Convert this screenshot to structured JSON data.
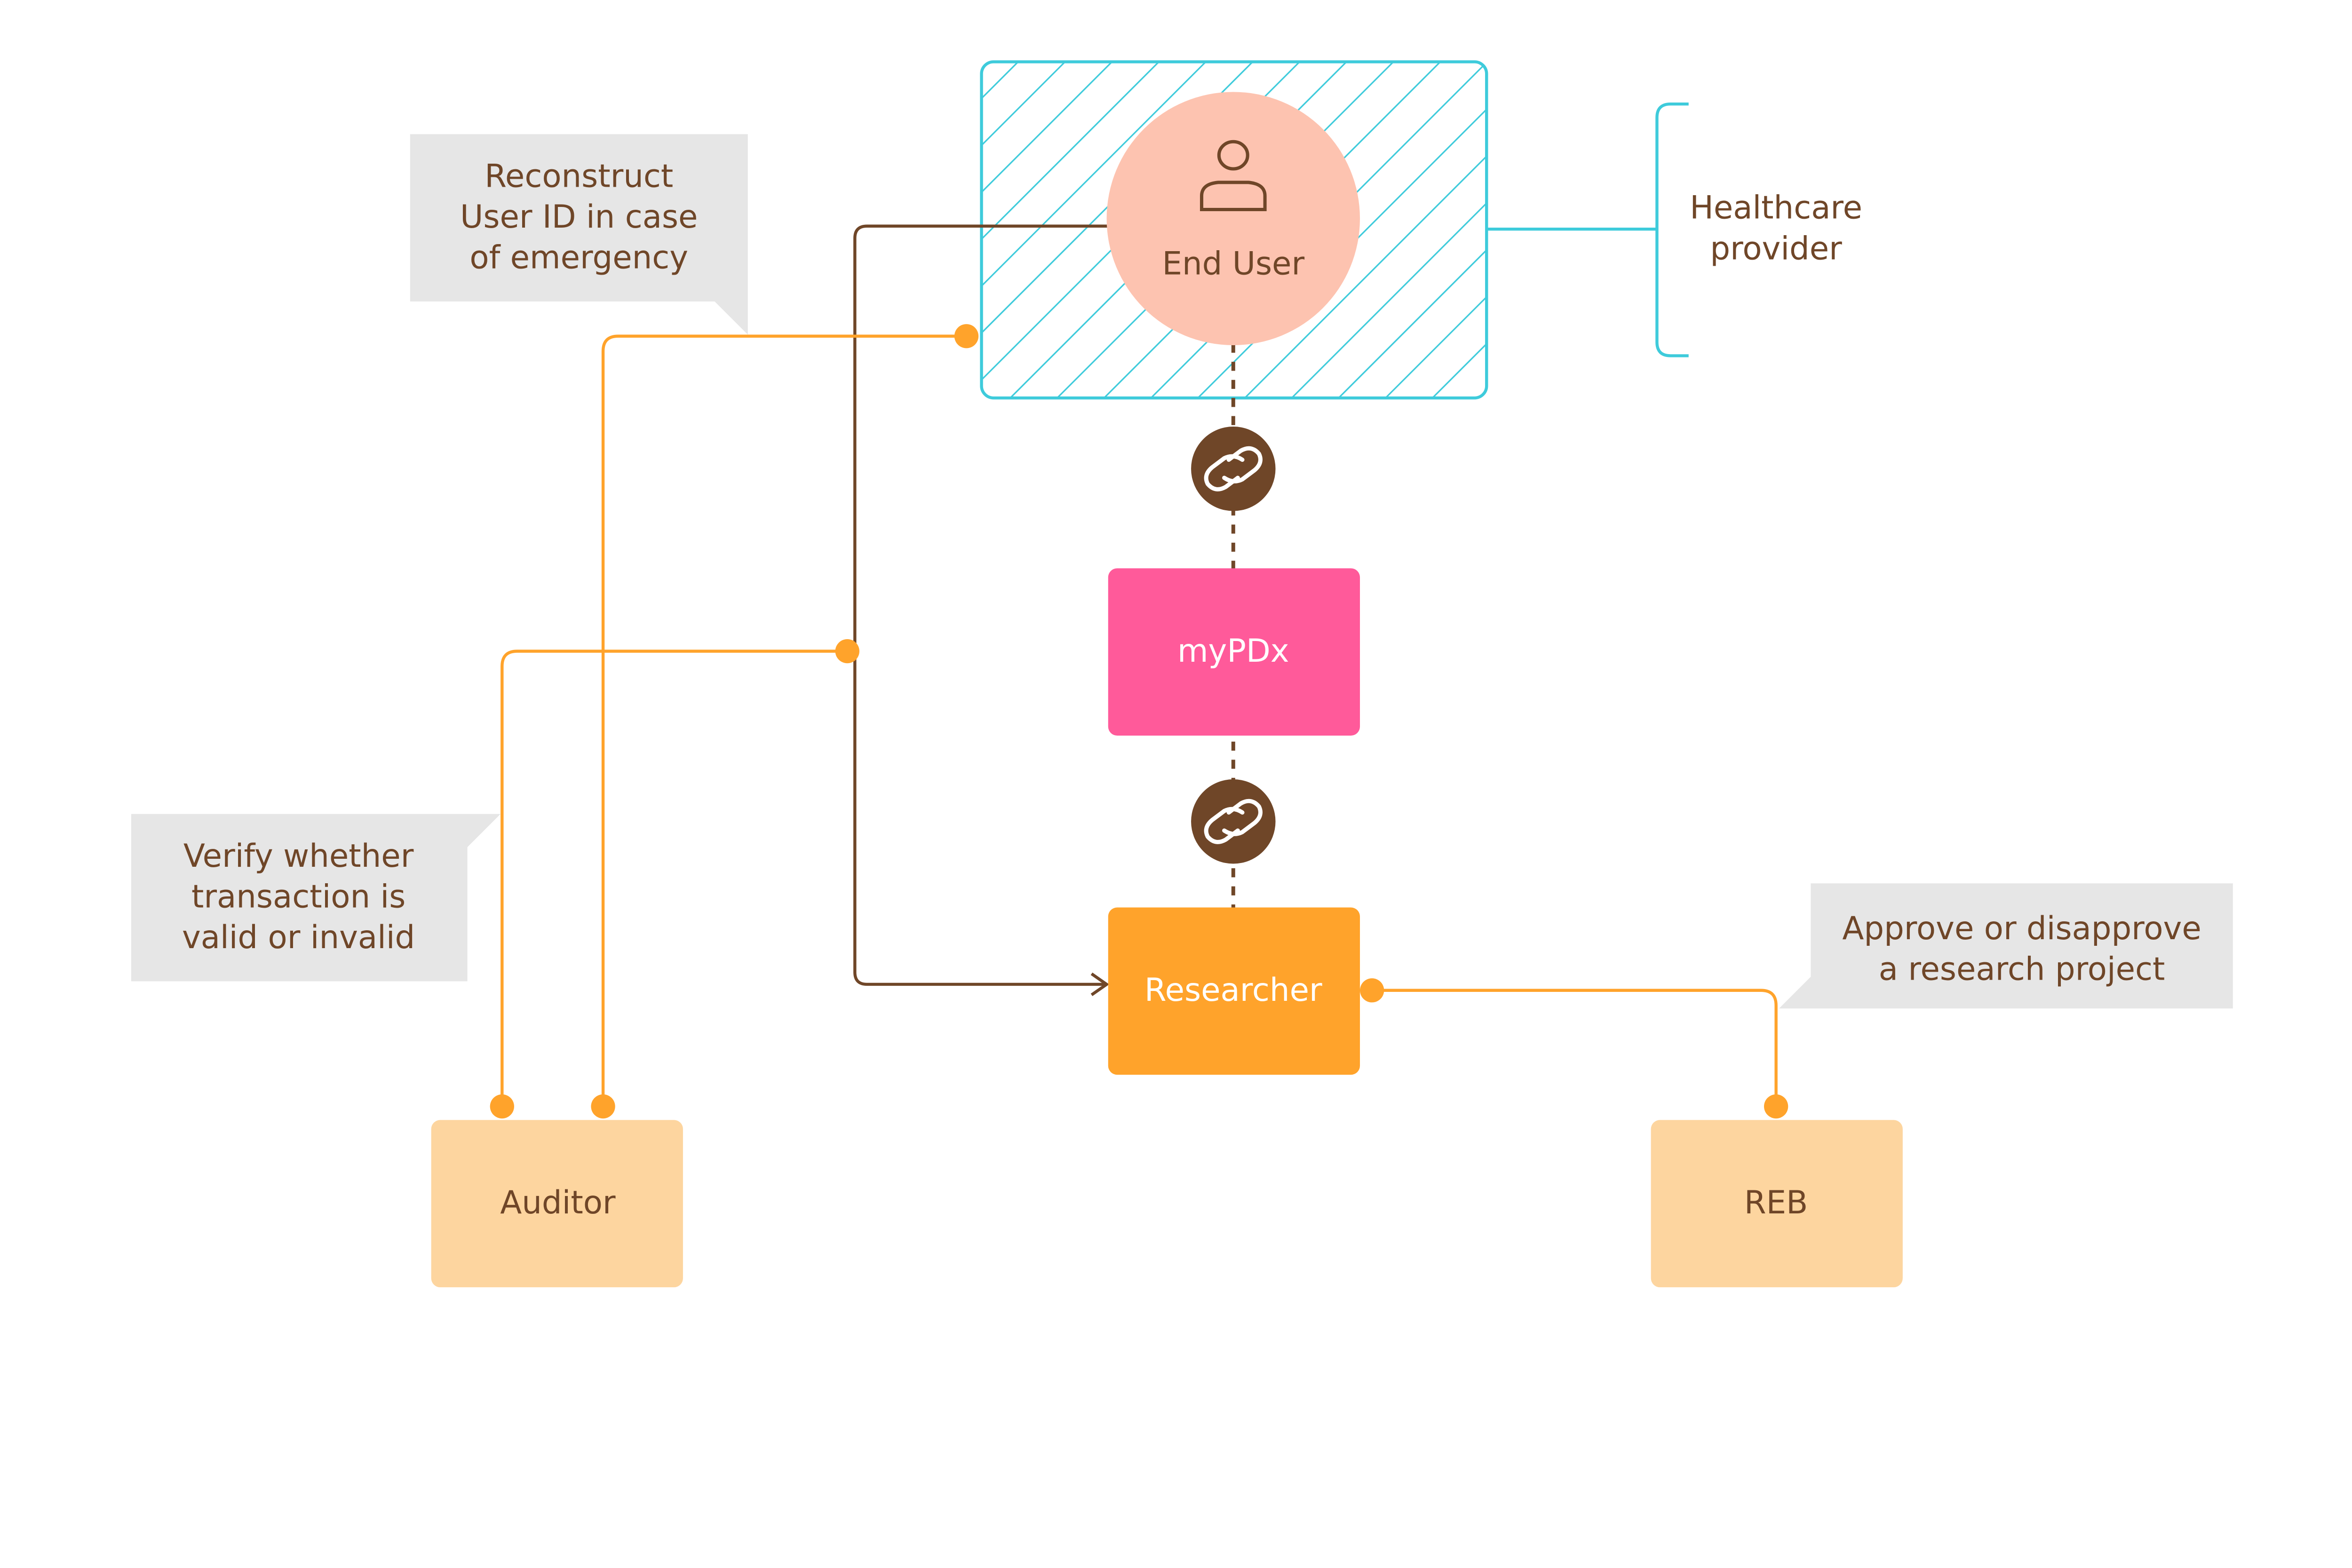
{
  "colors": {
    "brown": "#6F4628",
    "cyan": "#3ECBDB",
    "peach": "#FDC3B0",
    "pink": "#FF5A9A",
    "orange": "#FFA32B",
    "light_orange": "#FDD59F",
    "callout_gray": "#E6E6E6"
  },
  "nodes": {
    "end_user": {
      "label": "End User",
      "icon": "user-icon"
    },
    "healthcare_provider": {
      "line1": "Healthcare",
      "line2": "provider"
    },
    "mypdx": {
      "label": "myPDx"
    },
    "researcher": {
      "label": "Researcher"
    },
    "auditor": {
      "label": "Auditor"
    },
    "reb": {
      "label": "REB"
    }
  },
  "callouts": {
    "reconstruct": [
      "Reconstruct",
      "User ID in case",
      "of emergency"
    ],
    "verify": [
      "Verify whether",
      "transaction is",
      "valid or invalid"
    ],
    "approve": [
      "Approve or disapprove",
      "a research project"
    ]
  },
  "icons": {
    "link": "link-icon"
  }
}
